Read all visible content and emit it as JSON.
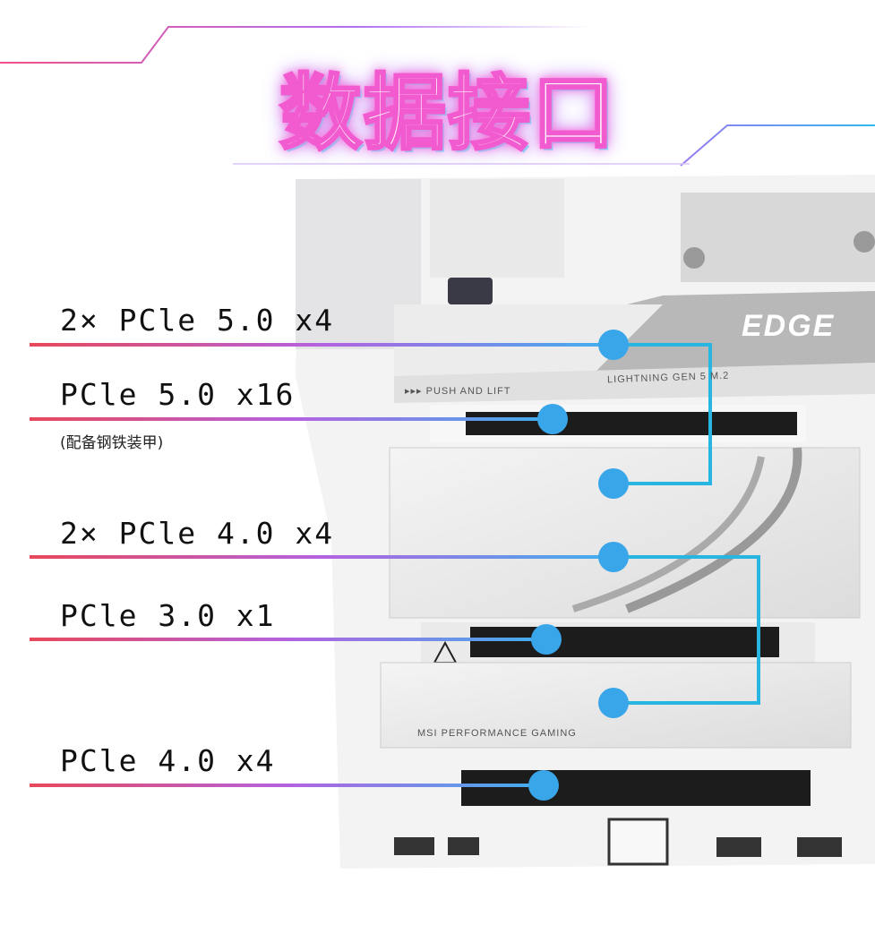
{
  "title": "数据接口",
  "labels": [
    {
      "text": "2× PCle 5.0 x4"
    },
    {
      "text": "PCle 5.0 x16",
      "note": "(配备钢铁装甲)"
    },
    {
      "text": "2× PCle 4.0 x4"
    },
    {
      "text": "PCle 3.0 x1"
    },
    {
      "text": "PCle 4.0 x4"
    }
  ],
  "board": {
    "brand": "EDGE",
    "push_and_lift": "▸▸▸ PUSH AND LIFT",
    "m2_label": "LIGHTNING GEN 5 M.2",
    "performance": "MSI PERFORMANCE GAMING"
  },
  "colors": {
    "dot": "#3aa6ea",
    "line_start": "#e8485a",
    "line_mid": "#b462e0",
    "line_end": "#3fb0ef",
    "connector": "#27b6e2"
  }
}
